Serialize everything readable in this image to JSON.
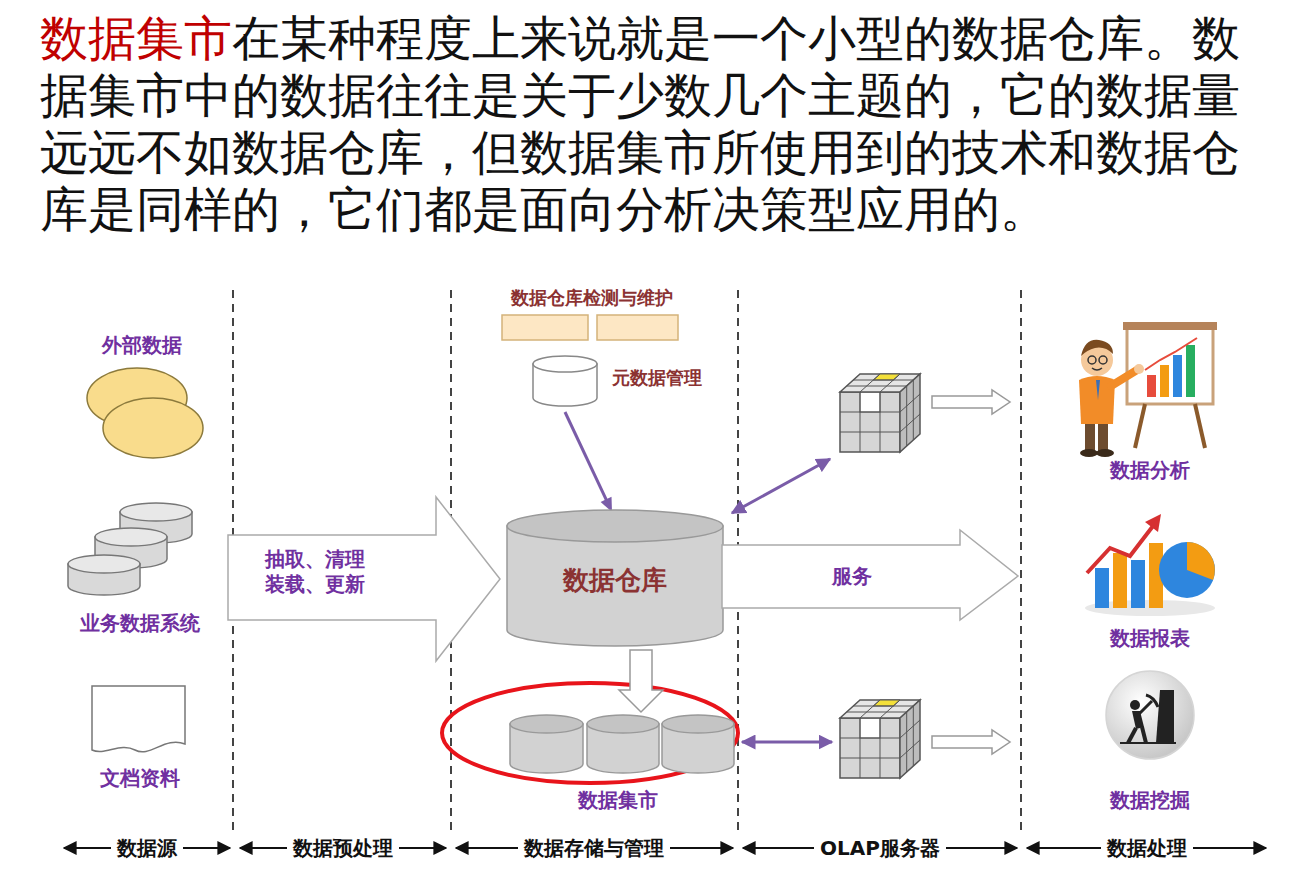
{
  "diagram": {
    "nodes": [
      {
        "text": [
          "外部数据"
        ]
      },
      {
        "text": [
          "业务数据系统"
        ]
      },
      {
        "text": [
          "文档资料"
        ]
      },
      {
        "text": [
          "抽取、清理 装载、更新"
        ]
      },
      {
        "text": [
          "数据仓库检测与维护"
        ]
      },
      {
        "text": [
          "元数据管理"
        ]
      },
      {
        "text": [
          "数据仓库"
        ]
      },
      {
        "text": [
          "数据集市"
        ]
      },
      {
        "text": [
          "服务"
        ]
      },
      {
        "text": [
          "数据分析"
        ]
      },
      {
        "text": [
          "数据报表"
        ]
      },
      {
        "text": [
          "数据挖掘"
        ]
      }
    ],
    "edges": [
      {
        "from": 5,
        "to": 6,
        "arrow": "to"
      },
      {
        "from": 6,
        "to": 7,
        "arrow": "to"
      }
    ],
    "labels": [
      "数据集市",
      "在某种程度上来说就是一个小型的数据仓库。数据集市中的数据往往是关于少数几个主题的，它的数据量远远不如数据仓库，但数据集市所使用到的技术和数据仓库是同样的，它们都是面向分析决策型应用的。",
      "数据源",
      "数据预处理",
      "数据存储与管理",
      "OLAP服务器",
      "数据处理"
    ]
  }
}
